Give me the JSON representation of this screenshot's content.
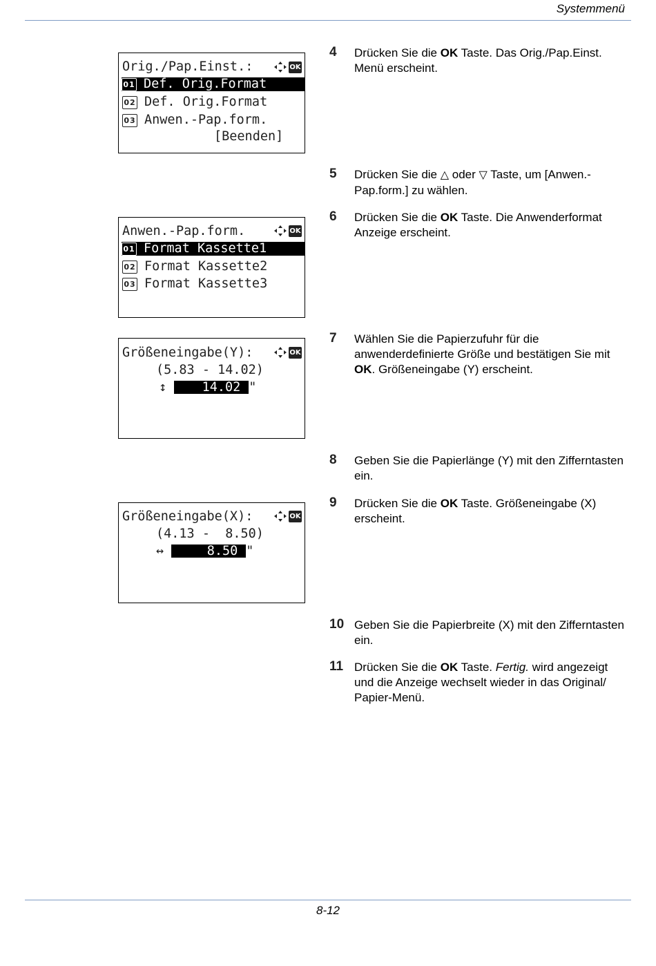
{
  "header": {
    "section": "Systemmenü"
  },
  "footer": {
    "page_number": "8-12"
  },
  "panels": [
    {
      "title": "Orig./Pap.Einst.:",
      "items": [
        {
          "num": "01",
          "label": "Def. Orig.Format",
          "selected": true
        },
        {
          "num": "02",
          "label": "Def. Orig.Format",
          "selected": false
        },
        {
          "num": "03",
          "label": "Anwen.-Pap.form.",
          "selected": false
        }
      ],
      "footer_label": "[Beenden]"
    },
    {
      "title": "Anwen.-Pap.form.",
      "items": [
        {
          "num": "01",
          "label": "Format Kassette1",
          "selected": true
        },
        {
          "num": "02",
          "label": "Format Kassette2",
          "selected": false
        },
        {
          "num": "03",
          "label": "Format Kassette3",
          "selected": false
        }
      ]
    },
    {
      "title": "Größeneingabe(Y):",
      "range": "(5.83 - 14.02)",
      "arrow": "↕",
      "value": "14.02",
      "unit": "\""
    },
    {
      "title": "Größeneingabe(X):",
      "range": "(4.13 -  8.50)",
      "arrow": "↔",
      "value": "8.50",
      "unit": "\""
    }
  ],
  "ok_label": "OK",
  "steps": [
    {
      "num": "4",
      "parts": [
        "Drücken Sie die ",
        "OK",
        " Taste. Das Orig./Pap.Einst. Menü erscheint."
      ]
    },
    {
      "num": "5",
      "parts": [
        "Drücken Sie die ",
        "△",
        " oder ",
        "▽",
        " Taste, um [Anwen.-Pap.form.] zu wählen."
      ]
    },
    {
      "num": "6",
      "parts": [
        "Drücken Sie die ",
        "OK",
        " Taste. Die Anwenderformat Anzeige erscheint."
      ]
    },
    {
      "num": "7",
      "parts": [
        "Wählen Sie die Papierzufuhr für die anwenderdefinierte Größe und bestätigen Sie mit ",
        "OK",
        ". Größeneingabe (Y) erscheint."
      ]
    },
    {
      "num": "8",
      "parts": [
        "Geben Sie die Papierlänge (Y) mit den Zifferntasten ein."
      ]
    },
    {
      "num": "9",
      "parts": [
        "Drücken Sie die ",
        "OK",
        " Taste. Größeneingabe (X) erscheint."
      ]
    },
    {
      "num": "10",
      "parts": [
        "Geben Sie die Papierbreite (X) mit den Zifferntasten ein."
      ]
    },
    {
      "num": "11",
      "parts": [
        "Drücken Sie die ",
        "OK",
        " Taste. ",
        "Fertig.",
        " wird angezeigt und die Anzeige wechselt wieder in das Original/ Papier-Menü."
      ]
    }
  ]
}
